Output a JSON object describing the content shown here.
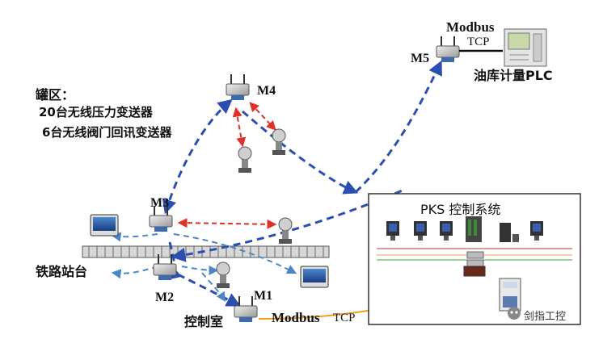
{
  "tank_area": {
    "title": "罐区：",
    "line1": "20台无线压力变送器",
    "line2": "6台无线阀门回讯变送器"
  },
  "nodes": {
    "m1": "M1",
    "m2": "M2",
    "m3": "M3",
    "m4": "M4",
    "m5": "M5"
  },
  "plc": {
    "protocol_top": "Modbus",
    "protocol_bottom": "TCP",
    "label": "油库计量PLC"
  },
  "railway": "铁路站台",
  "control_room": "控制室",
  "bottom_protocol": {
    "modbus": "Modbus",
    "tcp": "TCP"
  },
  "pks": {
    "title": "PKS 控制系统"
  },
  "watermark": "剑指工控",
  "colors": {
    "wireless_blue": "#2a4fb0",
    "light_blue": "#4a86c8",
    "red_link": "#e0302a",
    "orange_cable": "#f0a020"
  }
}
